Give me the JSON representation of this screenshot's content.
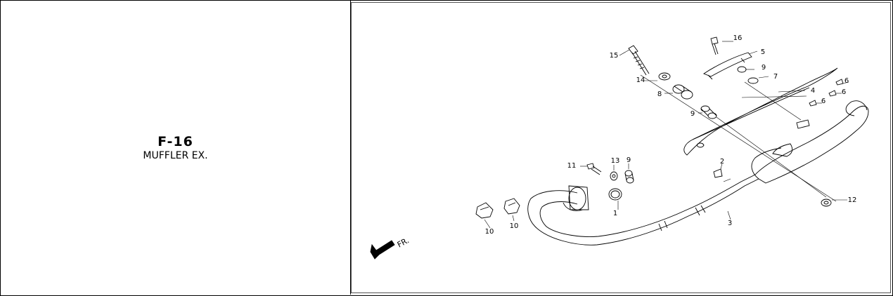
{
  "figure": {
    "code": "F-16",
    "name": "MUFFLER EX."
  },
  "direction": "FR.",
  "callouts": [
    "1",
    "2",
    "3",
    "4",
    "5",
    "6",
    "6",
    "6",
    "7",
    "8",
    "9",
    "9",
    "9",
    "10",
    "10",
    "11",
    "12",
    "13",
    "14",
    "15",
    "16"
  ]
}
